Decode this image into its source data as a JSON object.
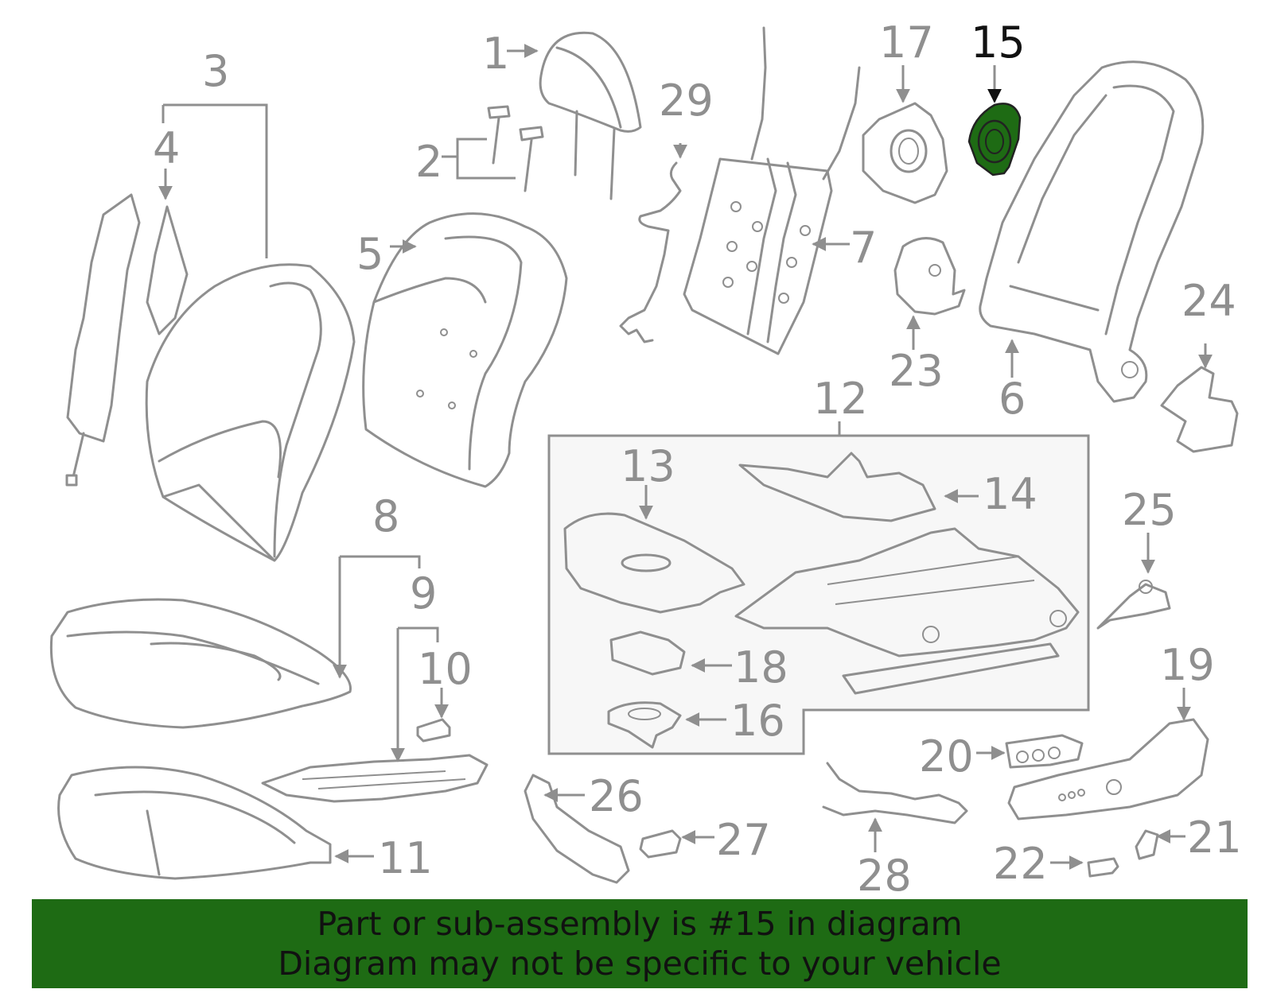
{
  "callouts": {
    "c1": "1",
    "c2": "2",
    "c3": "3",
    "c4": "4",
    "c5": "5",
    "c6": "6",
    "c7": "7",
    "c8": "8",
    "c9": "9",
    "c10": "10",
    "c11": "11",
    "c12": "12",
    "c13": "13",
    "c14": "14",
    "c15": "15",
    "c16": "16",
    "c17": "17",
    "c18": "18",
    "c19": "19",
    "c20": "20",
    "c21": "21",
    "c22": "22",
    "c23": "23",
    "c24": "24",
    "c25": "25",
    "c26": "26",
    "c27": "27",
    "c28": "28",
    "c29": "29"
  },
  "highlight": {
    "part": "15",
    "color": "#1e6b14"
  },
  "banner": {
    "line1": "Part or sub-assembly is #15 in diagram",
    "line2": "Diagram may not be specific to your vehicle",
    "background": "#1e6b14"
  },
  "colors": {
    "line_art": "#8f8f8f",
    "highlight_text": "#111111"
  }
}
